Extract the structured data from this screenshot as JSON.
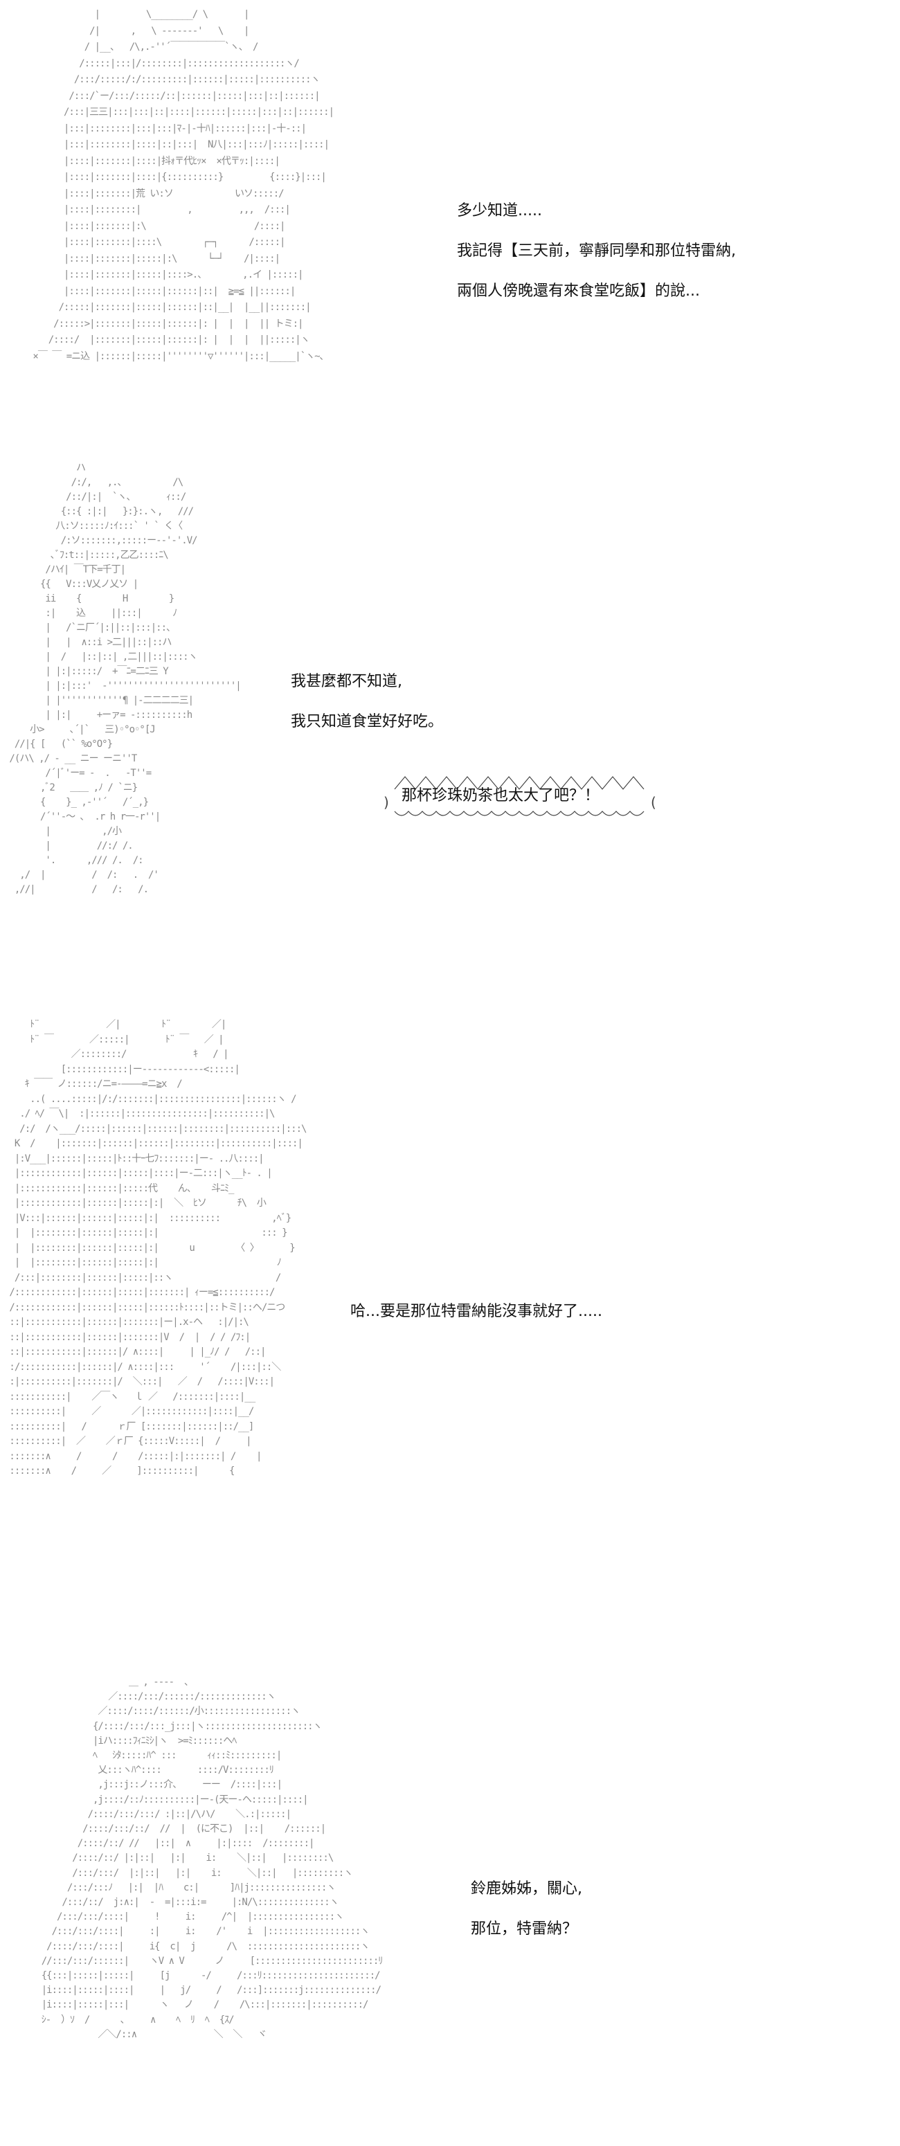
{
  "panels": [
    {
      "lines": [
        "多少知道.....",
        "我記得【三天前，寧靜同學和那位特雷納,",
        "兩個人傍晚還有來食堂吃飯】的說..."
      ]
    },
    {
      "lines": [
        "我甚麼都不知道,",
        "我只知道食堂好好吃。"
      ],
      "shout": "那杯珍珠奶茶也太大了吧？！"
    },
    {
      "lines": [
        "哈...要是那位特雷納能沒事就好了....."
      ]
    },
    {
      "lines": [
        "鈴鹿姊姊，關心,",
        "那位，特雷納？"
      ]
    }
  ]
}
